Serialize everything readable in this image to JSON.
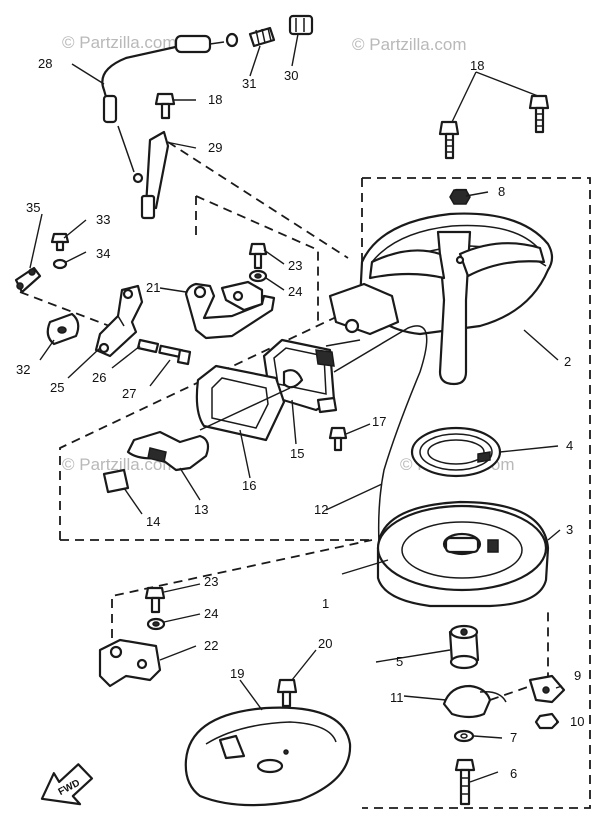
{
  "watermark": {
    "text": "© Partzilla.com"
  },
  "forward_label": "FWD",
  "callouts": {
    "c1": "1",
    "c2": "2",
    "c3": "3",
    "c4": "4",
    "c5": "5",
    "c6": "6",
    "c7": "7",
    "c8": "8",
    "c9": "9",
    "c10": "10",
    "c11": "11",
    "c12": "12",
    "c13": "13",
    "c14": "14",
    "c15": "15",
    "c16": "16",
    "c17": "17",
    "c18a": "18",
    "c18b": "18",
    "c19": "19",
    "c20": "20",
    "c21": "21",
    "c22": "22",
    "c23a": "23",
    "c23b": "23",
    "c24a": "24",
    "c24b": "24",
    "c25": "25",
    "c26": "26",
    "c27": "27",
    "c28": "28",
    "c29": "29",
    "c30": "30",
    "c31": "31",
    "c32": "32",
    "c33": "33",
    "c34": "34",
    "c35": "35"
  }
}
